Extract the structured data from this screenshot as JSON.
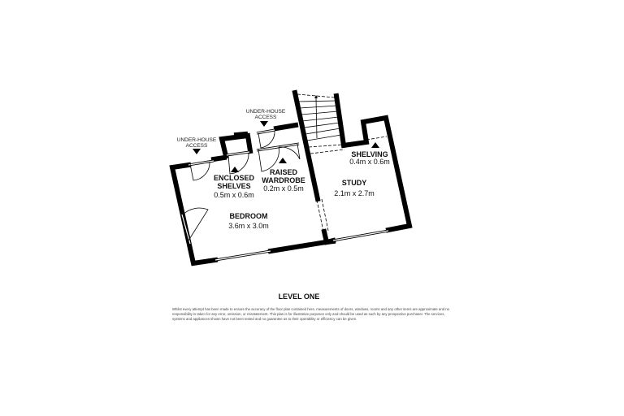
{
  "plan": {
    "level_title": "LEVEL ONE",
    "rooms": {
      "bedroom": {
        "name": "BEDROOM",
        "size": "3.6m x 3.0m"
      },
      "study": {
        "name": "STUDY",
        "size": "2.1m x 2.7m"
      },
      "enclosed_shelves": {
        "name_line1": "ENCLOSED",
        "name_line2": "SHELVES",
        "size": "0.5m x 0.6m"
      },
      "raised_wardrobe": {
        "name_line1": "RAISED",
        "name_line2": "WARDROBE",
        "size": "0.2m x 0.5m"
      },
      "shelving": {
        "name": "SHELVING",
        "size": "0.4m x 0.6m"
      }
    },
    "access_labels": {
      "left": {
        "line1": "UNDER-HOUSE",
        "line2": "ACCESS"
      },
      "top": {
        "line1": "UNDER-HOUSE",
        "line2": "ACCESS"
      }
    },
    "disclaimer": "Whilst every attempt has been made to ensure the accuracy of the floor plan contained here, measurements of doors, windows, rooms and any other items are approximate and no responsibility is taken for any error, omission, or misstatement. This plan is for illustrative purposes only and should be used as such by any prospective purchaser. The services, systems and appliances shown have not been tested and no guarantee as to their operability or efficiency can be given."
  }
}
